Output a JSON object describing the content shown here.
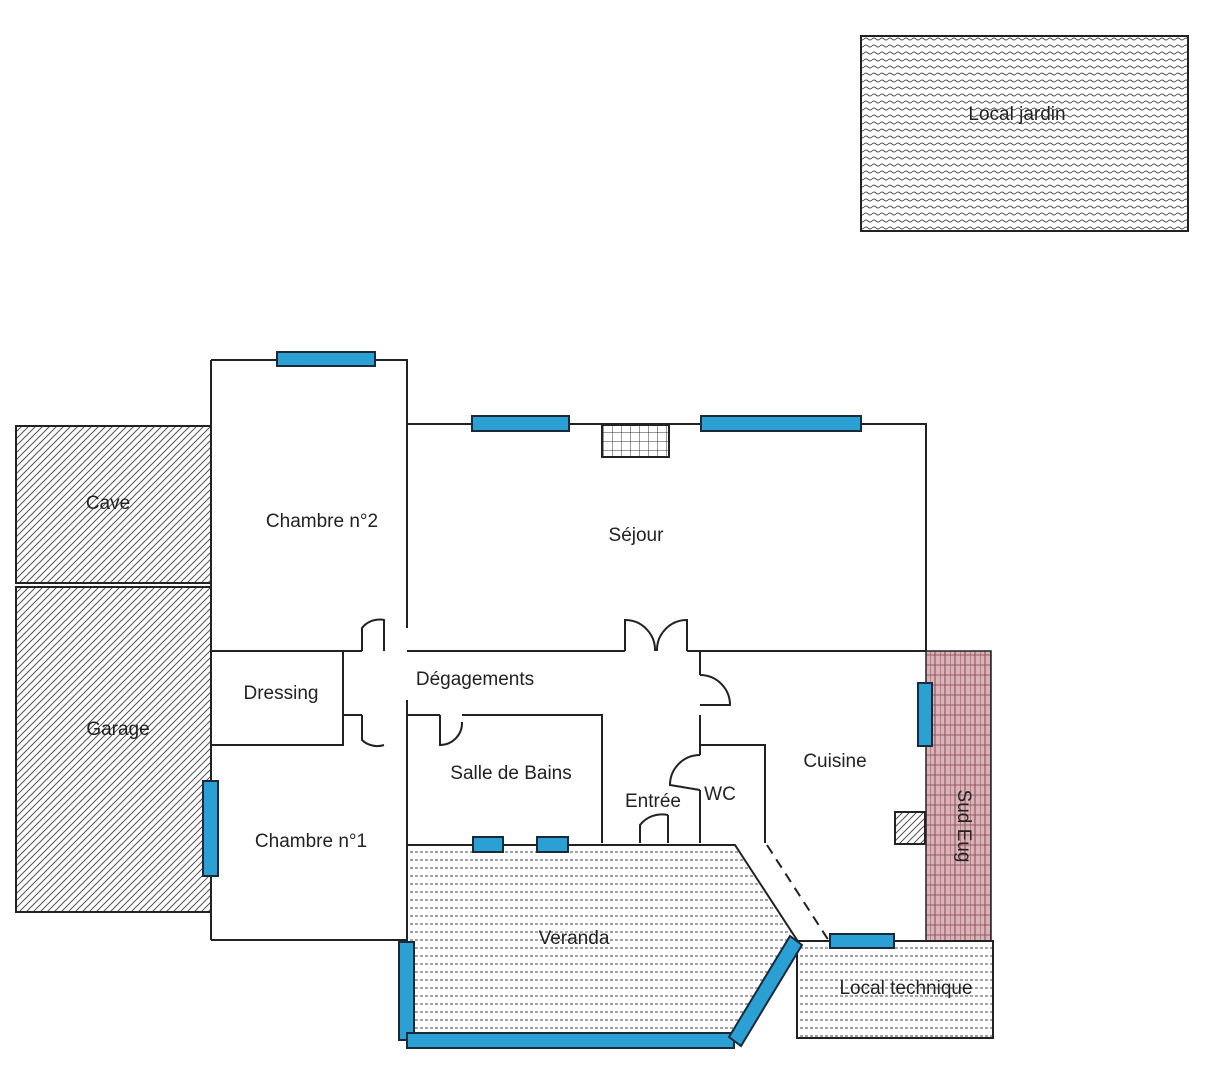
{
  "rooms": {
    "local_jardin": "Local jardin",
    "cave": "Cave",
    "garage": "Garage",
    "chambre_2": "Chambre n°2",
    "sejour": "Séjour",
    "dressing": "Dressing",
    "degagements": "Dégagements",
    "salle_de_bains": "Salle de Bains",
    "entree": "Entrée",
    "wc": "WC",
    "cuisine": "Cuisine",
    "chambre_1": "Chambre n°1",
    "veranda": "Veranda",
    "local_technique": "Local technique",
    "side_label": "Sud Eug"
  },
  "colors": {
    "wall": "#222222",
    "window": "#2aa0d4",
    "hatch": "#555555",
    "brick": "#b06870"
  }
}
